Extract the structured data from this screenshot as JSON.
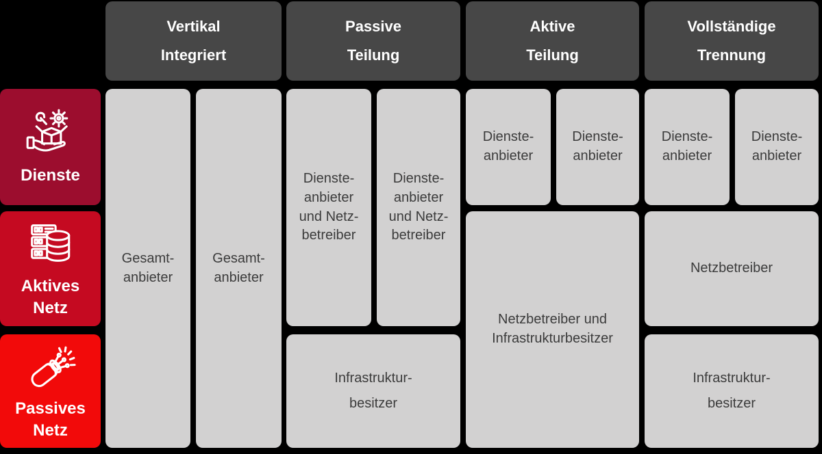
{
  "colors": {
    "background": "#000000",
    "header_bg": "#474747",
    "header_text": "#FFFFFF",
    "cell_bg": "#D2D1D1",
    "cell_text": "#3B3B3B",
    "row_dienste_bg": "#9C0D2E",
    "row_aktives_bg": "#C50A21",
    "row_passives_bg": "#F20A0A",
    "row_text": "#FFFFFF"
  },
  "columns": [
    {
      "id": "vertikal-integriert",
      "title": "Vertikal\nIntegriert"
    },
    {
      "id": "passive-teilung",
      "title": "Passive\nTeilung"
    },
    {
      "id": "aktive-teilung",
      "title": "Aktive\nTeilung"
    },
    {
      "id": "vollstaendige-trennung",
      "title": "Vollständige\nTrennung"
    }
  ],
  "rows": [
    {
      "id": "dienste",
      "label": "Dienste",
      "icon": "services-hand-box-icon"
    },
    {
      "id": "aktives-netz",
      "label": "Aktives\nNetz",
      "icon": "server-database-icon"
    },
    {
      "id": "passives-netz",
      "label": "Passives\nNetz",
      "icon": "fiber-cable-icon"
    }
  ],
  "cells": {
    "gesamtanbieter": "Gesamt-\nanbieter",
    "dienste_und_netz": "Dienste-\nanbieter\nund Netz-\nbetreiber",
    "diensteanbieter": "Dienste-\nanbieter",
    "infrastrukturbesitzer": "Infrastruktur-\nbesitzer",
    "netzbetreiber_und_infrastruktur": "Netzbetreiber und\nInfrastrukturbesitzer",
    "netzbetreiber": "Netzbetreiber"
  }
}
